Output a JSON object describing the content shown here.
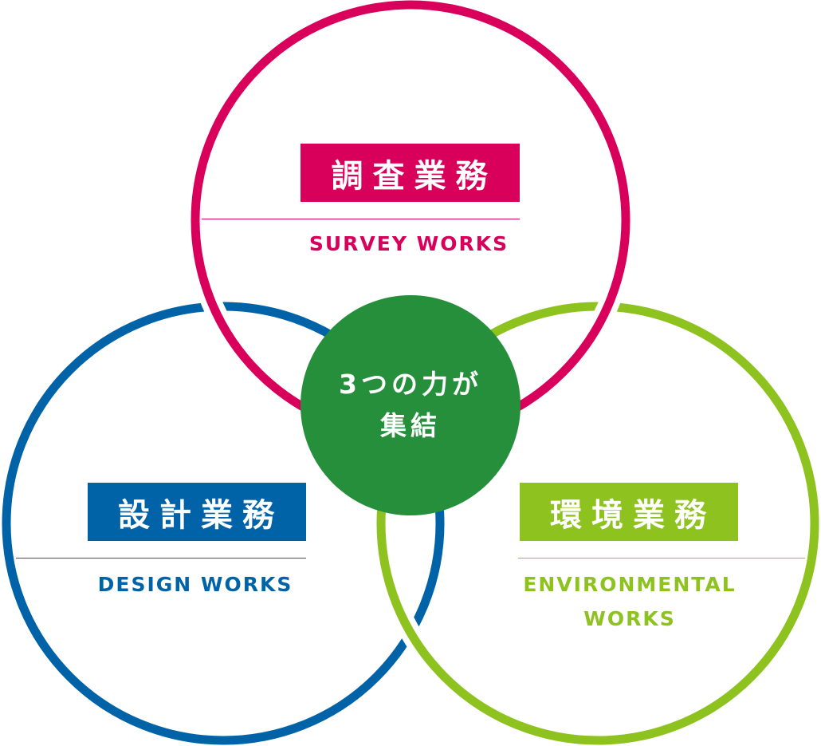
{
  "colors": {
    "survey": "#d9005b",
    "design": "#0063a8",
    "environmental": "#8dc21f",
    "center": "#268f3b"
  },
  "survey": {
    "title": "調査業務",
    "subtitle": "SURVEY WORKS"
  },
  "design": {
    "title": "設計業務",
    "subtitle": "DESIGN WORKS"
  },
  "environmental": {
    "title": "環境業務",
    "subtitle_line1": "ENVIRONMENTAL",
    "subtitle_line2": "WORKS"
  },
  "center": {
    "line1": "3つの力が",
    "line2": "集結"
  }
}
